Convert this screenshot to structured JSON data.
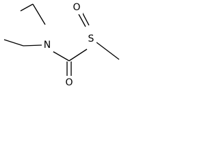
{
  "molecule": {
    "atoms": {
      "nitrogen": "N",
      "carbonyl_oxygen": "O",
      "sulfur": "S",
      "sulfoxide_oxygen": "O"
    },
    "line_color": "#000000",
    "background_color": "#ffffff"
  }
}
